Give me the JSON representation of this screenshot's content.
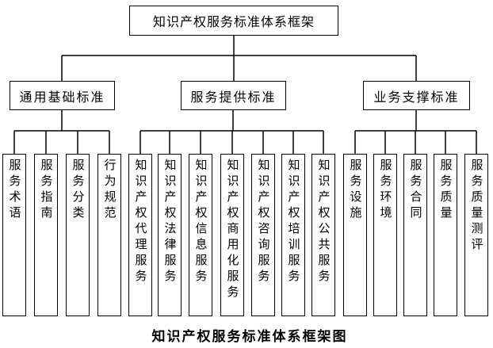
{
  "diagram": {
    "root": {
      "label": "知识产权服务标准体系框架"
    },
    "groups": [
      {
        "label": "通用基础标准",
        "children": [
          "服务术语",
          "服务指南",
          "服务分类",
          "行为规范"
        ]
      },
      {
        "label": "服务提供标准",
        "children": [
          "知识产权代理服务",
          "知识产权法律服务",
          "知识产权信息服务",
          "知识产权商用化服务",
          "知识产权咨询服务",
          "知识产权培训服务",
          "知识产权公共服务"
        ]
      },
      {
        "label": "业务支撑标准",
        "children": [
          "服务设施",
          "服务环境",
          "服务合同",
          "服务质量",
          "服务质量测评"
        ]
      }
    ],
    "caption": "知识产权服务标准体系框架图"
  },
  "colors": {
    "background": "#ffffff",
    "line": "#000000",
    "text": "#000000"
  }
}
